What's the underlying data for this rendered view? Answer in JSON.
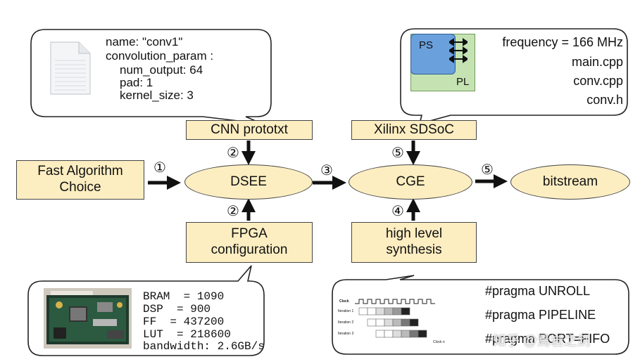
{
  "prototxt_callout": {
    "lines": [
      "name: \"conv1\"",
      "convolution_param :",
      "num_output: 64",
      "pad: 1",
      "kernel_size: 3"
    ]
  },
  "sdsoc_callout": {
    "ps_label": "PS",
    "pl_label": "PL",
    "frequency": "frequency = 166 MHz",
    "files": [
      "main.cpp",
      "conv.cpp",
      "conv.h"
    ]
  },
  "fpga_callout": {
    "lines": [
      "BRAM  = 1090",
      "DSP  = 900",
      "FF  = 437200",
      "LUT  = 218600",
      "bandwidth: 2.6GB/s"
    ]
  },
  "hls_callout": {
    "pragmas": [
      "#pragma UNROLL",
      "#pragma PIPELINE",
      "#pragma PORT=FIFO"
    ],
    "timing_labels": {
      "clock": "Clock",
      "iterations": [
        "Iteration 1",
        "Iteration 2",
        "Iteration 3"
      ],
      "clock_n": "Clock n"
    }
  },
  "nodes": {
    "cnn_prototxt": "CNN prototxt",
    "xilinx_sdsoc": "Xilinx SDSoC",
    "fast_algorithm": [
      "Fast Algorithm",
      "Choice"
    ],
    "dsee": "DSEE",
    "cge": "CGE",
    "bitstream": "bitstream",
    "fpga_configuration": [
      "FPGA",
      "configuration"
    ],
    "high_level_synthesis": [
      "high level",
      "synthesis"
    ]
  },
  "step_numbers": {
    "fast_to_dsee": "①",
    "prototxt_to_dsee": "②",
    "fpga_to_dsee": "②",
    "dsee_to_cge": "③",
    "hls_to_cge": "④",
    "sdsoc_to_cge": "⑤",
    "cge_to_bitstream": "⑤"
  },
  "watermark": "知乎 @焉岩之剑"
}
